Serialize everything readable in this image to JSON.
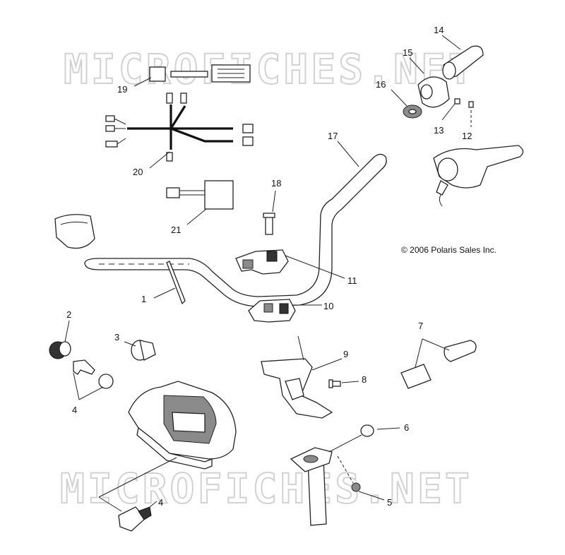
{
  "watermark": {
    "text": "MICROFICHES.NET"
  },
  "copyright": "© 2006 Polaris Sales Inc.",
  "callouts": {
    "c1": "1",
    "c2": "2",
    "c3": "3",
    "c4a": "4",
    "c4b": "4",
    "c5": "5",
    "c6": "6",
    "c7": "7",
    "c8": "8",
    "c9": "9",
    "c10": "10",
    "c11": "11",
    "c12": "12",
    "c13": "13",
    "c14": "14",
    "c15": "15",
    "c16": "16",
    "c17": "17",
    "c18": "18",
    "c19": "19",
    "c20": "20",
    "c21": "21"
  }
}
